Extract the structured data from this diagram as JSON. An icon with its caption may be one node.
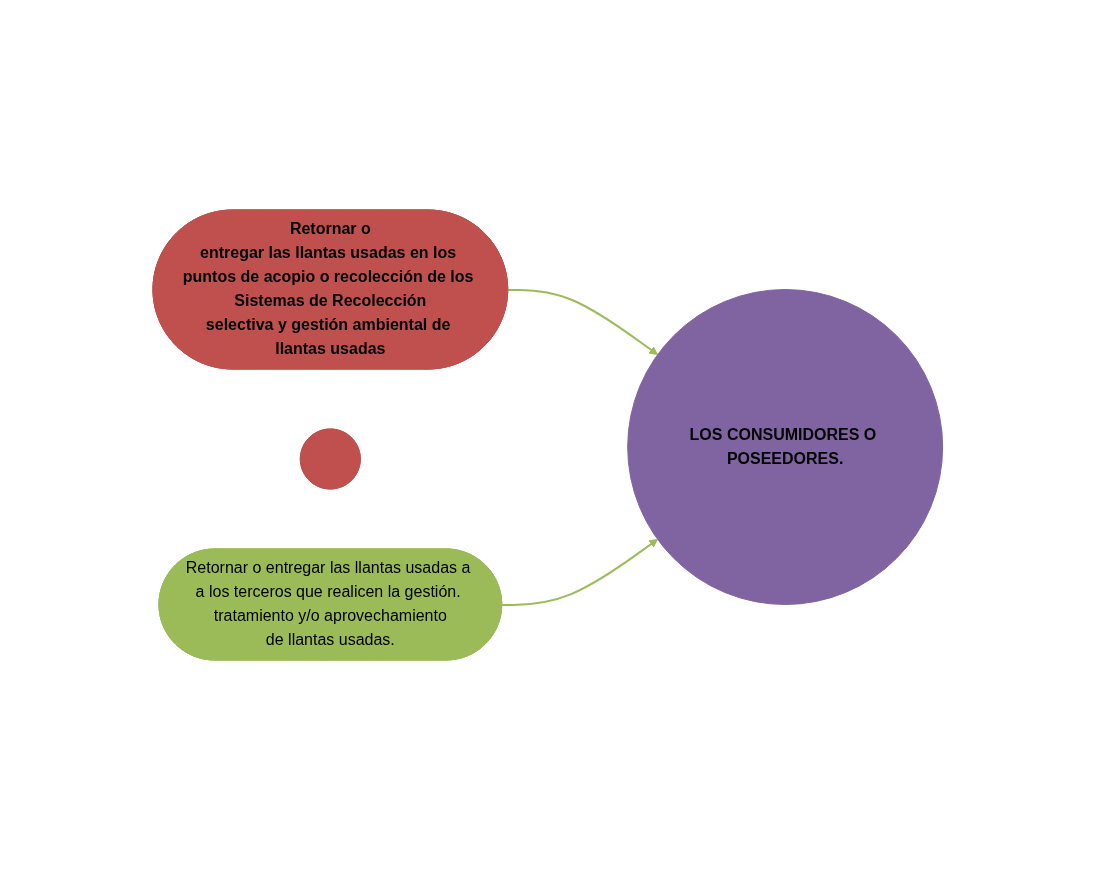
{
  "diagram": {
    "nodes": [
      {
        "text": [
          "Retornar o",
          "entregar las llantas usadas en los puntos de acopio o recolección de los Sistemas de Recolección",
          "selectiva y gestión ambiental de llantas usadas"
        ]
      },
      {
        "text": [],
        "shape": "plus"
      },
      {
        "text": [
          "Retornar o entregar las llantas usadas a a los terceros que realicen la gestión. tratamiento y/o aprovechamiento",
          "de llantas usadas."
        ]
      },
      {
        "text": [
          "LOS CONSUMIDORES O POSEEDORES."
        ]
      }
    ],
    "edges": [
      {
        "from": 0,
        "to": 3,
        "arrow": "to"
      },
      {
        "from": 2,
        "to": 3,
        "arrow": "to"
      }
    ]
  }
}
